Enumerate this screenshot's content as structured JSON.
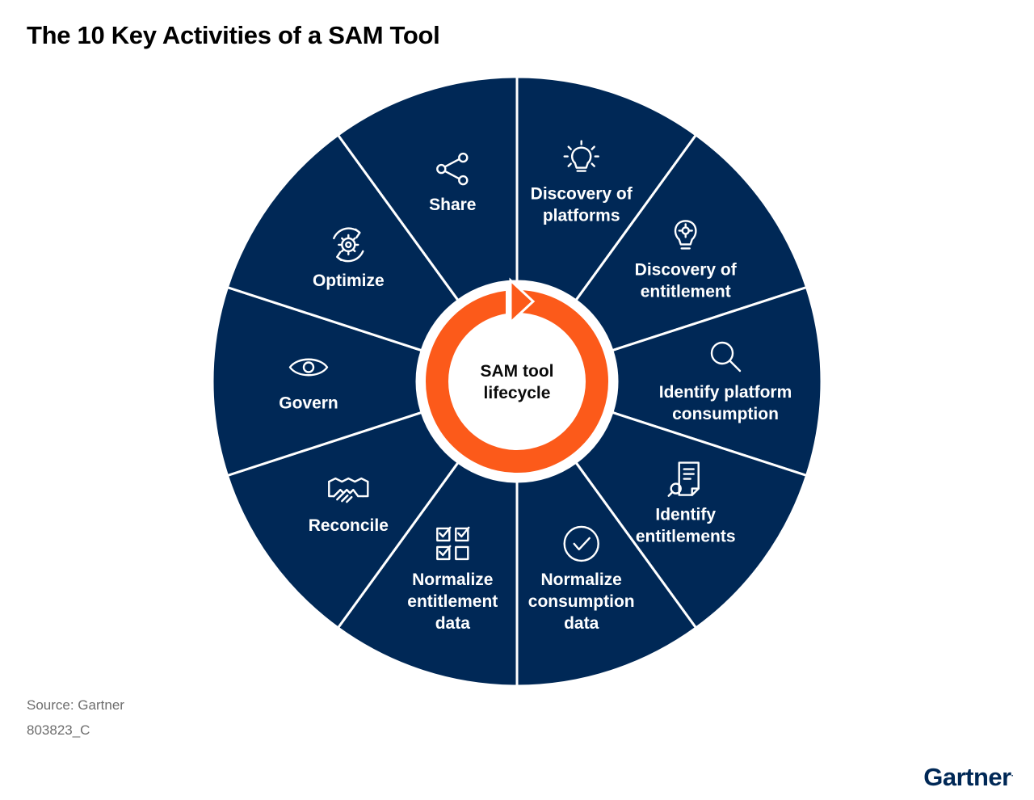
{
  "title": "The 10 Key Activities of a SAM Tool",
  "center": {
    "lines": [
      "SAM tool",
      "lifecycle"
    ]
  },
  "segments": [
    {
      "id": "discovery-of-platforms",
      "lines": [
        "Discovery of",
        "platforms"
      ],
      "icon": "lightbulb-icon"
    },
    {
      "id": "discovery-of-entitlement",
      "lines": [
        "Discovery of",
        "entitlement"
      ],
      "icon": "lightbulb-gear-icon"
    },
    {
      "id": "identify-platform-consumption",
      "lines": [
        "Identify platform",
        "consumption"
      ],
      "icon": "magnifier-icon"
    },
    {
      "id": "identify-entitlements",
      "lines": [
        "Identify",
        "entitlements"
      ],
      "icon": "document-search-icon"
    },
    {
      "id": "normalize-consumption-data",
      "lines": [
        "Normalize",
        "consumption",
        "data"
      ],
      "icon": "check-circle-icon"
    },
    {
      "id": "normalize-entitlement-data",
      "lines": [
        "Normalize",
        "entitlement",
        "data"
      ],
      "icon": "checklist-icon"
    },
    {
      "id": "reconcile",
      "lines": [
        "Reconcile"
      ],
      "icon": "handshake-icon"
    },
    {
      "id": "govern",
      "lines": [
        "Govern"
      ],
      "icon": "eye-icon"
    },
    {
      "id": "optimize",
      "lines": [
        "Optimize"
      ],
      "icon": "gear-cycle-icon"
    },
    {
      "id": "share",
      "lines": [
        "Share"
      ],
      "icon": "share-icon"
    }
  ],
  "colors": {
    "segment": "#002856",
    "divider": "#ffffff",
    "accent": "#fc5a1a",
    "title": "#000000",
    "footer": "#6d6d6d"
  },
  "footer": {
    "source": "Source: Gartner",
    "doc_id": "803823_C"
  },
  "logo": {
    "text": "Gartner",
    "mark": "."
  }
}
